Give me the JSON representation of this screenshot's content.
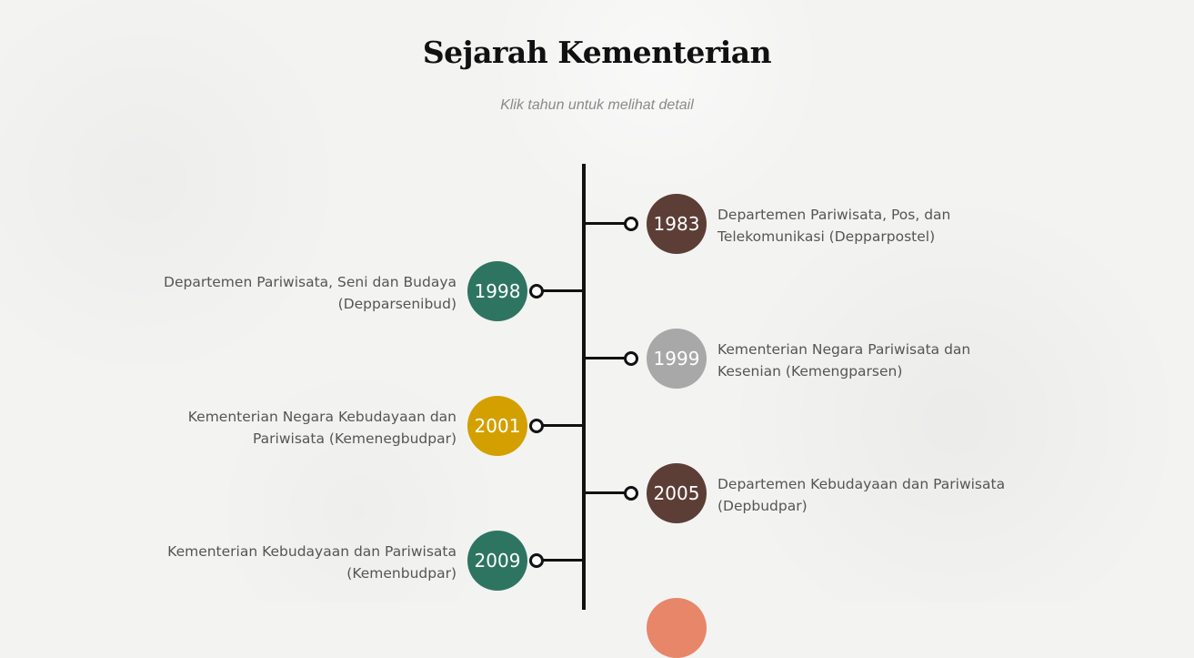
{
  "header": {
    "title": "Sejarah Kementerian",
    "subtitle": "Klik tahun untuk melihat detail"
  },
  "timeline": [
    {
      "year": "1983",
      "label": "Departemen Pariwisata, Pos, dan Telekomunikasi (Depparpostel)",
      "color": "#5c3e36",
      "side": "right"
    },
    {
      "year": "1998",
      "label": "Departemen Pariwisata, Seni dan Budaya (Depparsenibud)",
      "color": "#2e7561",
      "side": "left"
    },
    {
      "year": "1999",
      "label": "Kementerian Negara Pariwisata dan Kesenian (Kemengparsen)",
      "color": "#a8a8a8",
      "side": "right"
    },
    {
      "year": "2001",
      "label": "Kementerian Negara Kebudayaan dan Pariwisata (Kemenegbudpar)",
      "color": "#d3a000",
      "side": "left"
    },
    {
      "year": "2005",
      "label": "Departemen Kebudayaan dan Pariwisata (Depbudpar)",
      "color": "#5c3e36",
      "side": "right"
    },
    {
      "year": "2009",
      "label": "Kementerian Kebudayaan dan Pariwisata (Kemenbudpar)",
      "color": "#2e7561",
      "side": "left"
    }
  ],
  "next_badge_color": "#e8866a"
}
